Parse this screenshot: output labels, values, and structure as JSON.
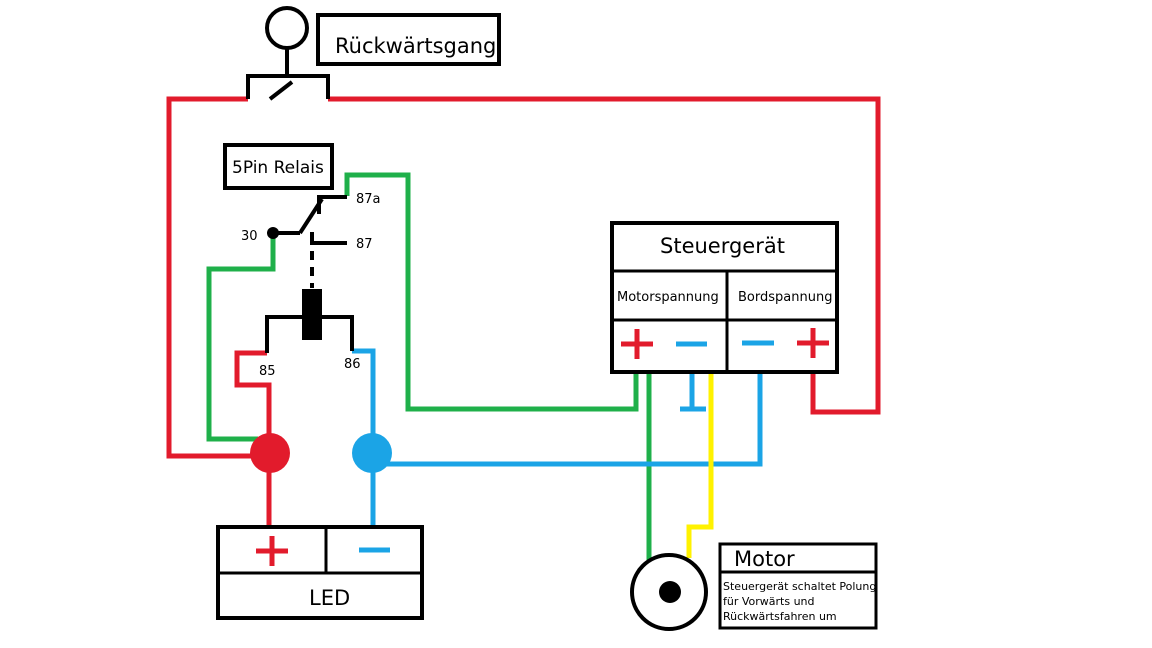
{
  "colors": {
    "red": "#e21b2c",
    "green": "#1fb04a",
    "blue": "#1ba4e6",
    "yellow": "#fff200",
    "black": "#000000",
    "white": "#ffffff"
  },
  "labels": {
    "reverse_gear": "Rückwärtsgang",
    "relay_title": "5Pin Relais",
    "pin_30": "30",
    "pin_87a": "87a",
    "pin_87": "87",
    "pin_85": "85",
    "pin_86": "86",
    "controller_title": "Steuergerät",
    "motor_voltage": "Motorspannung",
    "board_voltage": "Bordspannung",
    "led_title": "LED",
    "motor_title": "Motor",
    "motor_note_line1": "Steuergerät schaltet Polung",
    "motor_note_line2": "für Vorwärts und",
    "motor_note_line3": "Rückwärtsfahren um"
  },
  "icons": {
    "plus": "plus-sign",
    "minus": "minus-sign",
    "ground": "ground-symbol",
    "switch": "switch-contact",
    "coil": "relay-coil",
    "motor": "motor-symbol"
  }
}
